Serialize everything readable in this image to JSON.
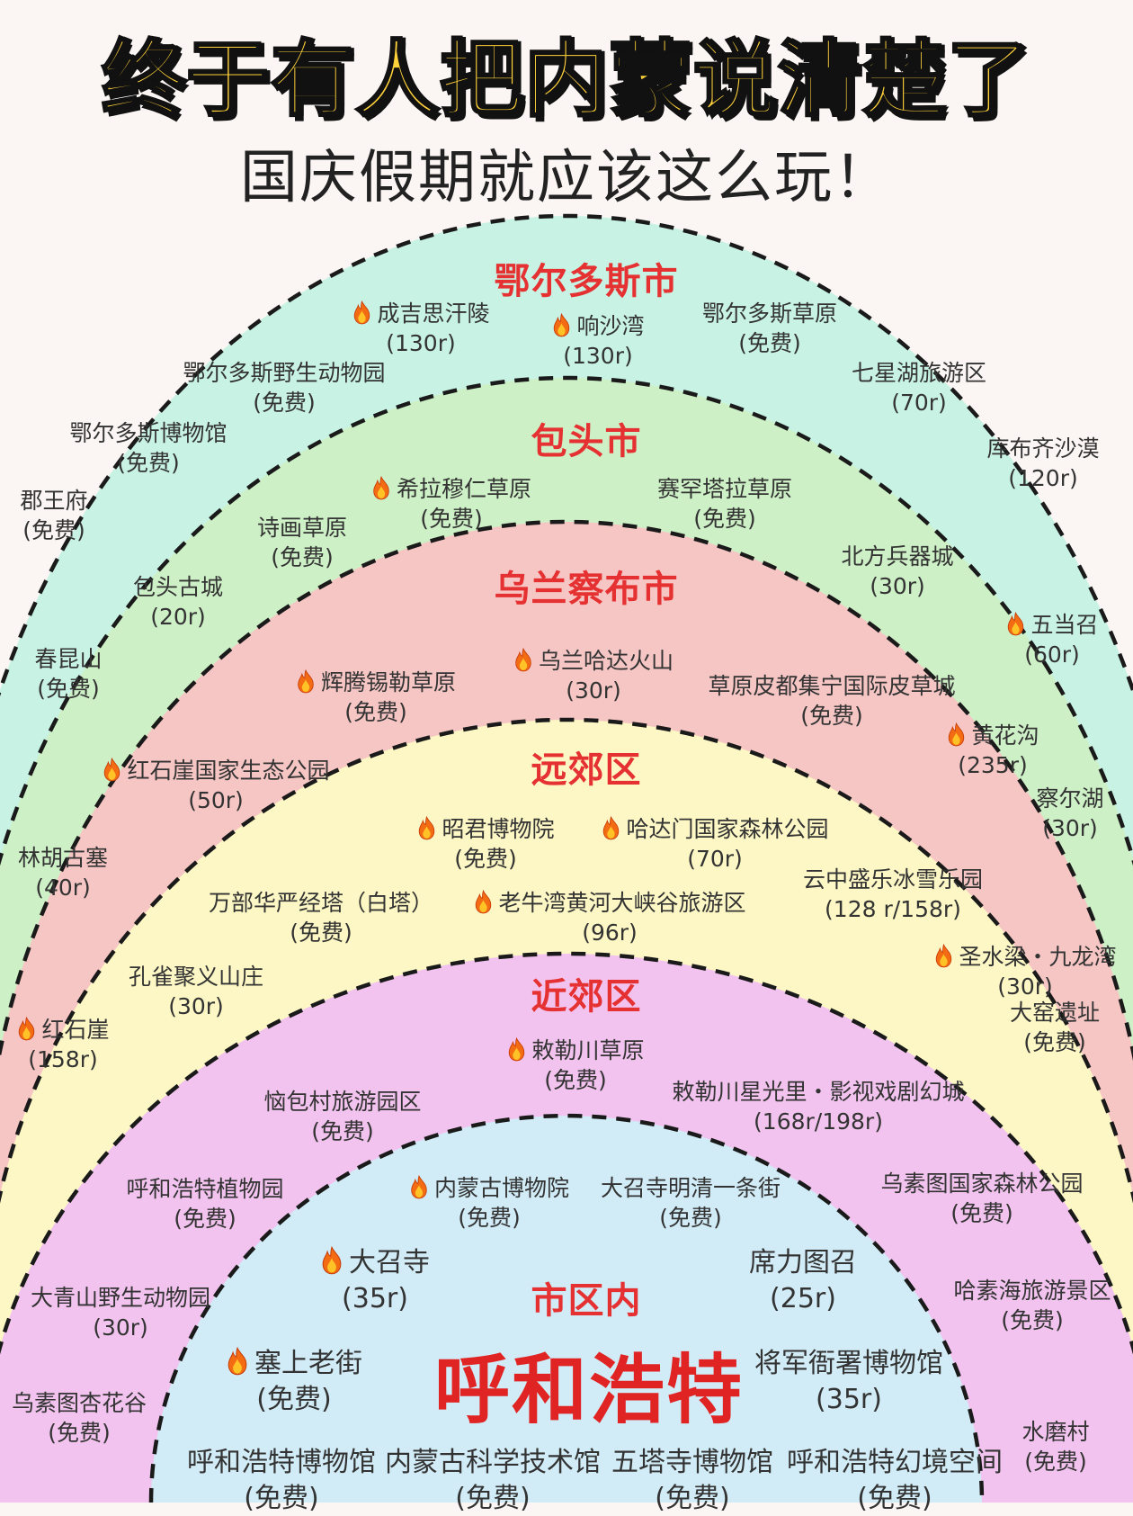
{
  "header": {
    "title": "终于有人把内蒙说清楚了",
    "subtitle": "国庆假期就应该这么玩！"
  },
  "colors": {
    "band_ordos": "#c8f3e4",
    "band_baotou": "#cdf0c6",
    "band_ulanqab": "#f6c6c4",
    "band_outer": "#fcf7c4",
    "band_inner": "#f2c3ee",
    "band_city": "#d1ecf7",
    "zone_title": "#e53131",
    "title_fill": "#ffd23a"
  },
  "zones": {
    "ordos": "鄂尔多斯市",
    "baotou": "包头市",
    "ulanqab": "乌兰察布市",
    "outer": "远郊区",
    "inner": "近郊区",
    "city_label": "市区内",
    "city_name": "呼和浩特"
  },
  "spots": [
    {
      "name": "成吉思汗陵",
      "price": "(130r)",
      "hot": true
    },
    {
      "name": "响沙湾",
      "price": "(130r)",
      "hot": true
    },
    {
      "name": "鄂尔多斯草原",
      "price": "(免费)",
      "hot": false
    },
    {
      "name": "鄂尔多斯野生动物园",
      "price": "(免费)",
      "hot": false
    },
    {
      "name": "七星湖旅游区",
      "price": "(70r)",
      "hot": false
    },
    {
      "name": "鄂尔多斯博物馆",
      "price": "(免费)",
      "hot": false
    },
    {
      "name": "库布齐沙漠",
      "price": "(120r)",
      "hot": false
    },
    {
      "name": "郡王府",
      "price": "(免费)",
      "hot": false
    },
    {
      "name": "希拉穆仁草原",
      "price": "(免费)",
      "hot": true
    },
    {
      "name": "赛罕塔拉草原",
      "price": "(免费)",
      "hot": false
    },
    {
      "name": "诗画草原",
      "price": "(免费)",
      "hot": false
    },
    {
      "name": "北方兵器城",
      "price": "(30r)",
      "hot": false
    },
    {
      "name": "包头古城",
      "price": "(20r)",
      "hot": false
    },
    {
      "name": "五当召",
      "price": "(60r)",
      "hot": true
    },
    {
      "name": "春昆山",
      "price": "(免费)",
      "hot": false
    },
    {
      "name": "乌兰哈达火山",
      "price": "(30r)",
      "hot": true
    },
    {
      "name": "辉腾锡勒草原",
      "price": "(免费)",
      "hot": true
    },
    {
      "name": "草原皮都集宁国际皮草城",
      "price": "(免费)",
      "hot": false
    },
    {
      "name": "黄花沟",
      "price": "(235r)",
      "hot": true
    },
    {
      "name": "红石崖国家生态公园",
      "price": "(50r)",
      "hot": true
    },
    {
      "name": "察尔湖",
      "price": "(30r)",
      "hot": false
    },
    {
      "name": "昭君博物院",
      "price": "(免费)",
      "hot": true
    },
    {
      "name": "哈达门国家森林公园",
      "price": "(70r)",
      "hot": true
    },
    {
      "name": "林胡古塞",
      "price": "(40r)",
      "hot": false
    },
    {
      "name": "云中盛乐冰雪乐园",
      "price": "(128 r/158r)",
      "hot": false
    },
    {
      "name": "万部华严经塔（白塔）",
      "price": "(免费)",
      "hot": false
    },
    {
      "name": "老牛湾黄河大峡谷旅游区",
      "price": "(96r)",
      "hot": true
    },
    {
      "name": "圣水梁・九龙湾",
      "price": "(30r)",
      "hot": true
    },
    {
      "name": "孔雀聚义山庄",
      "price": "(30r)",
      "hot": false
    },
    {
      "name": "大窑遗址",
      "price": "(免费)",
      "hot": false
    },
    {
      "name": "红石崖",
      "price": "(158r)",
      "hot": true
    },
    {
      "name": "敕勒川草原",
      "price": "(免费)",
      "hot": true
    },
    {
      "name": "恼包村旅游园区",
      "price": "(免费)",
      "hot": false
    },
    {
      "name": "敕勒川星光里・影视戏剧幻城",
      "price": "(168r/198r)",
      "hot": false
    },
    {
      "name": "呼和浩特植物园",
      "price": "(免费)",
      "hot": false
    },
    {
      "name": "内蒙古博物院",
      "price": "(免费)",
      "hot": true
    },
    {
      "name": "大召寺明清一条街",
      "price": "(免费)",
      "hot": false
    },
    {
      "name": "乌素图国家森林公园",
      "price": "(免费)",
      "hot": false
    },
    {
      "name": "大召寺",
      "price": "(35r)",
      "hot": true
    },
    {
      "name": "席力图召",
      "price": "(25r)",
      "hot": false
    },
    {
      "name": "大青山野生动物园",
      "price": "(30r)",
      "hot": false
    },
    {
      "name": "哈素海旅游景区",
      "price": "(免费)",
      "hot": false
    },
    {
      "name": "塞上老街",
      "price": "(免费)",
      "hot": true
    },
    {
      "name": "将军衙署博物馆",
      "price": "(35r)",
      "hot": false
    },
    {
      "name": "乌素图杏花谷",
      "price": "(免费)",
      "hot": false
    },
    {
      "name": "水磨村",
      "price": "(免费)",
      "hot": false
    },
    {
      "name": "呼和浩特博物馆",
      "price": "(免费)",
      "hot": false
    },
    {
      "name": "内蒙古科学技术馆",
      "price": "(免费)",
      "hot": false
    },
    {
      "name": "五塔寺博物馆",
      "price": "(免费)",
      "hot": false
    },
    {
      "name": "呼和浩特幻境空间",
      "price": "(免费)",
      "hot": false
    }
  ]
}
